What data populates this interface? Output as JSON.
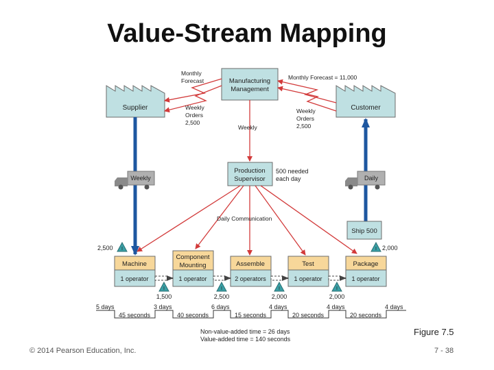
{
  "slide": {
    "title": "Value-Stream Mapping",
    "figure_label": "Figure 7.5",
    "copyright": "© 2014 Pearson Education, Inc.",
    "page": "7 - 38"
  },
  "entities": {
    "supplier": "Supplier",
    "customer": "Customer",
    "manufacturing_line1": "Manufacturing",
    "manufacturing_line2": "Management",
    "production_line1": "Production",
    "production_line2": "Supervisor"
  },
  "flows": {
    "monthly_forecast_line1": "Monthly",
    "monthly_forecast_line2": "Forecast",
    "customer_forecast": "Monthly Forecast = 11,000",
    "weekly_orders_left": [
      "Weekly",
      "Orders",
      "2,500"
    ],
    "weekly_orders_right": [
      "Weekly",
      "Orders",
      "2,500"
    ],
    "weekly": "Weekly",
    "needed_line1": "500 needed",
    "needed_line2": "each day",
    "truck_left": "Weekly",
    "truck_right": "Daily",
    "daily_communication": "Daily Communication",
    "ship": "Ship 500"
  },
  "processes": [
    {
      "name": "Machine",
      "staff": "1 operator"
    },
    {
      "name_line1": "Component",
      "name_line2": "Mounting",
      "staff": "1 operator"
    },
    {
      "name": "Assemble",
      "staff": "2 operators"
    },
    {
      "name": "Test",
      "staff": "1 operator"
    },
    {
      "name": "Package",
      "staff": "1 operator"
    }
  ],
  "inventory": [
    "2,500",
    "1,500",
    "2,500",
    "2,000",
    "2,000",
    "2,000"
  ],
  "inventory_marker": "I",
  "timeline": {
    "wait": [
      "5 days",
      "3 days",
      "6 days",
      "4 days",
      "4 days",
      "4 days"
    ],
    "process": [
      "45 seconds",
      "40 seconds",
      "15 seconds",
      "20 seconds",
      "20 seconds"
    ],
    "nva_total": "Non-value-added time = 26 days",
    "va_total": "Value-added time = 140 seconds"
  },
  "colors": {
    "box_fill": "#bfe0e2",
    "box_border": "#6b6b6b",
    "header_fill": "#f7d79a",
    "info_arrow": "#d23a3a",
    "material_arrow": "#1e57a0",
    "triangle_fill": "#3aa0a6"
  }
}
